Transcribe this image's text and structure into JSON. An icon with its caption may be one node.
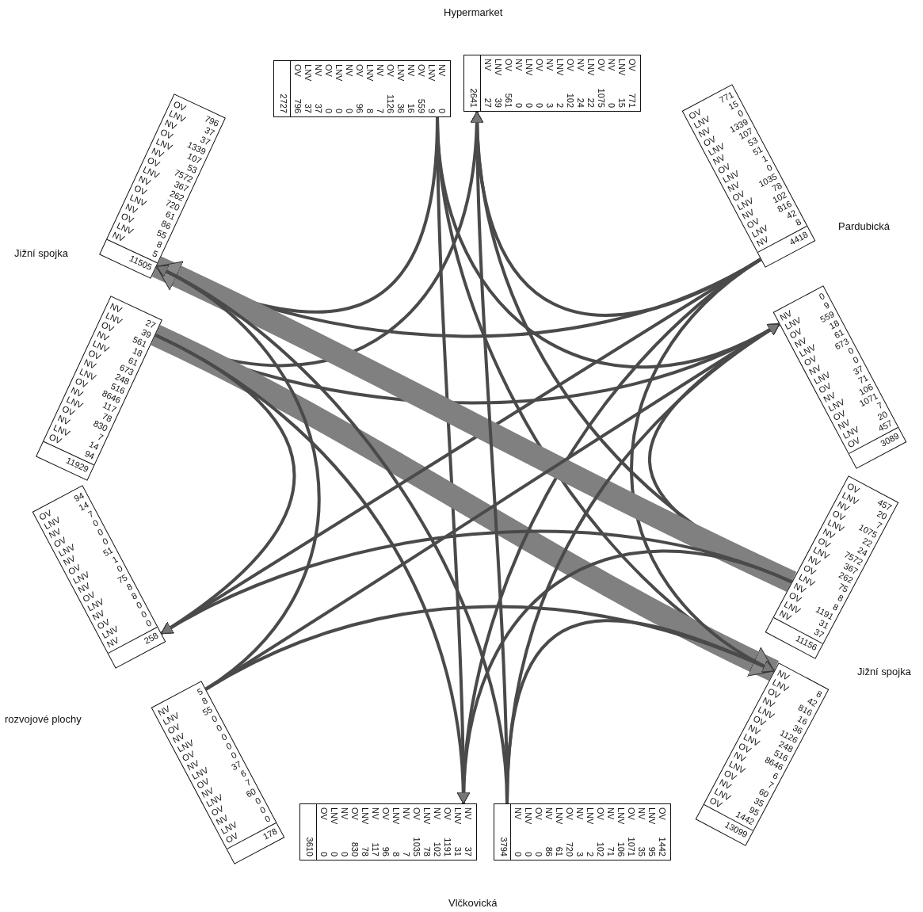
{
  "diagram": {
    "nodes": [
      {
        "text": [
          "NV",
          "0",
          "LNV",
          "9",
          "OV",
          "559",
          "NV",
          "16",
          "LNV",
          "36",
          "OV",
          "1126",
          "NV",
          "7",
          "LNV",
          "8",
          "OV",
          "96",
          "NV",
          "0",
          "LNV",
          "0",
          "OV",
          "0",
          "NV",
          "37",
          "LNV",
          "37",
          "OV",
          "796",
          "2727"
        ]
      },
      {
        "text": [
          "OV",
          "771",
          "LNV",
          "15",
          "NV",
          "0",
          "OV",
          "1075",
          "LNV",
          "22",
          "NV",
          "24",
          "OV",
          "102",
          "LNV",
          "2",
          "NV",
          "3",
          "OV",
          "0",
          "LNV",
          "0",
          "NV",
          "0",
          "OV",
          "561",
          "LNV",
          "39",
          "NV",
          "27",
          "2641"
        ]
      },
      {
        "text": [
          "OV",
          "796",
          "LNV",
          "37",
          "NV",
          "37",
          "OV",
          "1339",
          "LNV",
          "107",
          "NV",
          "53",
          "OV",
          "7572",
          "LNV",
          "367",
          "NV",
          "262",
          "OV",
          "720",
          "LNV",
          "61",
          "NV",
          "86",
          "OV",
          "55",
          "LNV",
          "8",
          "NV",
          "5",
          "11505"
        ]
      },
      {
        "text": [
          "OV",
          "771",
          "LNV",
          "15",
          "NV",
          "0",
          "OV",
          "1339",
          "LNV",
          "107",
          "NV",
          "53",
          "OV",
          "51",
          "LNV",
          "1",
          "NV",
          "0",
          "OV",
          "1035",
          "LNV",
          "78",
          "NV",
          "102",
          "OV",
          "816",
          "LNV",
          "42",
          "NV",
          "8",
          "4418"
        ]
      },
      {
        "text": [
          "NV",
          "27",
          "LNV",
          "39",
          "OV",
          "561",
          "NV",
          "18",
          "LNV",
          "61",
          "OV",
          "673",
          "NV",
          "248",
          "LNV",
          "516",
          "OV",
          "8646",
          "NV",
          "117",
          "LNV",
          "78",
          "OV",
          "830",
          "NV",
          "7",
          "LNV",
          "14",
          "OV",
          "94",
          "11929"
        ]
      },
      {
        "text": [
          "NV",
          "0",
          "LNV",
          "9",
          "OV",
          "559",
          "NV",
          "18",
          "LNV",
          "61",
          "OV",
          "673",
          "NV",
          "0",
          "LNV",
          "0",
          "OV",
          "37",
          "NV",
          "71",
          "LNV",
          "106",
          "OV",
          "1071",
          "NV",
          "7",
          "LNV",
          "20",
          "OV",
          "457",
          "3089"
        ]
      },
      {
        "text": [
          "OV",
          "94",
          "LNV",
          "14",
          "NV",
          "7",
          "OV",
          "0",
          "LNV",
          "0",
          "NV",
          "0",
          "OV",
          "51",
          "LNV",
          "1",
          "NV",
          "0",
          "OV",
          "75",
          "LNV",
          "8",
          "NV",
          "8",
          "OV",
          "0",
          "LNV",
          "0",
          "NV",
          "0",
          "258"
        ]
      },
      {
        "text": [
          "OV",
          "457",
          "LNV",
          "20",
          "NV",
          "7",
          "OV",
          "1075",
          "LNV",
          "22",
          "NV",
          "24",
          "OV",
          "7572",
          "LNV",
          "367",
          "NV",
          "262",
          "OV",
          "75",
          "LNV",
          "8",
          "NV",
          "8",
          "OV",
          "1191",
          "LNV",
          "31",
          "NV",
          "37",
          "11156"
        ]
      },
      {
        "text": [
          "NV",
          "8",
          "LNV",
          "42",
          "OV",
          "816",
          "NV",
          "16",
          "LNV",
          "36",
          "OV",
          "1126",
          "NV",
          "248",
          "LNV",
          "516",
          "OV",
          "8646",
          "NV",
          "6",
          "LNV",
          "7",
          "OV",
          "60",
          "NV",
          "35",
          "LNV",
          "95",
          "OV",
          "1442",
          "13099"
        ]
      },
      {
        "text": [
          "NV",
          "5",
          "LNV",
          "8",
          "OV",
          "55",
          "NV",
          "0",
          "LNV",
          "0",
          "OV",
          "0",
          "NV",
          "0",
          "LNV",
          "0",
          "OV",
          "37",
          "NV",
          "6",
          "LNV",
          "7",
          "OV",
          "60",
          "NV",
          "0",
          "LNV",
          "0",
          "OV",
          "0",
          "178"
        ]
      },
      {
        "text": [
          "NV",
          "37",
          "LNV",
          "31",
          "OV",
          "1191",
          "NV",
          "102",
          "LNV",
          "78",
          "OV",
          "1035",
          "NV",
          "7",
          "LNV",
          "8",
          "OV",
          "96",
          "NV",
          "117",
          "LNV",
          "78",
          "OV",
          "830",
          "NV",
          "0",
          "LNV",
          "0",
          "OV",
          "0",
          "3610"
        ]
      },
      {
        "text": [
          "OV",
          "1442",
          "LNV",
          "95",
          "NV",
          "35",
          "OV",
          "1071",
          "LNV",
          "106",
          "NV",
          "71",
          "OV",
          "102",
          "LNV",
          "2",
          "NV",
          "3",
          "OV",
          "720",
          "LNV",
          "61",
          "NV",
          "86",
          "OV",
          "0",
          "LNV",
          "0",
          "NV",
          "0",
          "3794"
        ]
      }
    ],
    "edges": [
      {
        "from": 0,
        "to": 5,
        "arrow": "to"
      },
      {
        "from": 0,
        "to": 8,
        "arrow": "to"
      },
      {
        "from": 0,
        "to": 10,
        "arrow": "to"
      },
      {
        "from": 0,
        "to": 2,
        "arrow": "to"
      },
      {
        "from": 4,
        "to": 1,
        "arrow": "to"
      },
      {
        "from": 4,
        "to": 5,
        "arrow": "to"
      },
      {
        "from": 4,
        "to": 8,
        "arrow": "to",
        "style": "thick"
      },
      {
        "from": 4,
        "to": 10,
        "arrow": "to"
      },
      {
        "from": 4,
        "to": 6,
        "arrow": "to"
      },
      {
        "from": 3,
        "to": 1,
        "arrow": "to"
      },
      {
        "from": 3,
        "to": 2,
        "arrow": "to"
      },
      {
        "from": 3,
        "to": 6,
        "arrow": "to"
      },
      {
        "from": 3,
        "to": 10,
        "arrow": "to"
      },
      {
        "from": 3,
        "to": 8,
        "arrow": "to"
      },
      {
        "from": 7,
        "to": 5,
        "arrow": "to"
      },
      {
        "from": 7,
        "to": 1,
        "arrow": "to"
      },
      {
        "from": 7,
        "to": 2,
        "arrow": "to",
        "style": "thick"
      },
      {
        "from": 7,
        "to": 6,
        "arrow": "to"
      },
      {
        "from": 7,
        "to": 10,
        "arrow": "to"
      },
      {
        "from": 9,
        "to": 2,
        "arrow": "to"
      },
      {
        "from": 9,
        "to": 5,
        "arrow": "to"
      },
      {
        "from": 9,
        "to": 8,
        "arrow": "to"
      },
      {
        "from": 11,
        "to": 8,
        "arrow": "to"
      },
      {
        "from": 11,
        "to": 5,
        "arrow": "to"
      },
      {
        "from": 11,
        "to": 1,
        "arrow": "to"
      },
      {
        "from": 11,
        "to": 2,
        "arrow": "to"
      }
    ],
    "labels": [
      "Hypermarket",
      "Pardubická",
      "Jižní spojka",
      "Jižní spojka",
      "rozvojové plochy",
      "Vlčkovická"
    ]
  }
}
